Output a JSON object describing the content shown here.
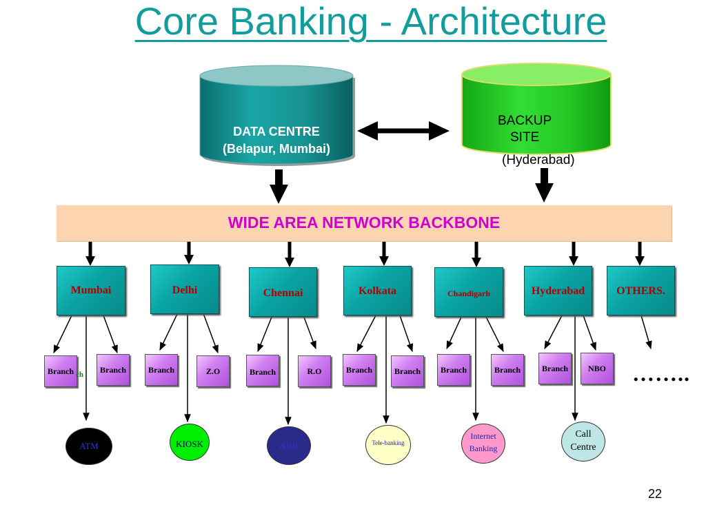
{
  "title": "Core Banking - Architecture",
  "data_centre": {
    "label": "DATA CENTRE",
    "location": "(Belapur, Mumbai)",
    "color": "#1aa6a6"
  },
  "backup_site": {
    "label": "BACKUP",
    "label2": "SITE",
    "location": "(Hyderabad)",
    "color": "#22cc22"
  },
  "wan": {
    "label": "WIDE AREA NETWORK BACKBONE",
    "color": "#fcd5b0",
    "text_color": "#d000d0"
  },
  "regions": [
    "Mumbai",
    "Delhi",
    "Chennai",
    "Kolkata",
    "Chandigarh",
    "Hyderabad",
    "OTHERS."
  ],
  "offices": [
    "Branch",
    "Branch",
    "Branch",
    "Z.O",
    "Branch",
    "R.O",
    "Branch",
    "Branch",
    "Branch",
    "Branch",
    "Branch",
    "NBO"
  ],
  "branch_fragment": "ch",
  "channels": [
    {
      "label": "ATM",
      "fill": "#000000",
      "text": "#3333cc"
    },
    {
      "label": "KIOSK",
      "fill": "#00ee00",
      "text": "#000066"
    },
    {
      "label": "ABB",
      "fill": "#2a2a8a",
      "text": "#3333cc"
    },
    {
      "label": "Tele-banking",
      "fill": "#ffffc8",
      "text": "#2222aa"
    },
    {
      "label": "Internet",
      "label2": "Banking",
      "fill": "#ff99cc",
      "text": "#2222aa"
    },
    {
      "label": "Call",
      "label2": "Centre",
      "fill": "#bfe6e6",
      "text": "#000000"
    }
  ],
  "more": "……..",
  "page_number": "22"
}
